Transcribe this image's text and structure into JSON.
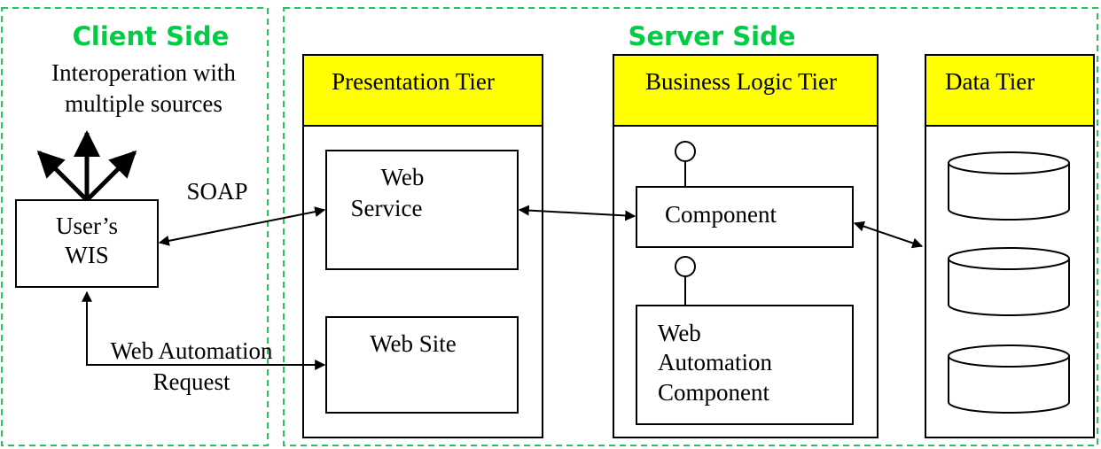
{
  "colors": {
    "section_border": "#22c55e",
    "section_title": "#00cc44",
    "tier_header": "#ffff00",
    "stroke": "#000000"
  },
  "client_side": {
    "title": "Client Side",
    "interop_line1": "Interoperation with",
    "interop_line2": "multiple sources",
    "wis_line1": "User’s",
    "wis_line2": "WIS",
    "soap_label": "SOAP",
    "web_auto_line1": "Web Automation",
    "web_auto_line2": "Request"
  },
  "server_side": {
    "title": "Server Side",
    "presentation": {
      "header": "Presentation Tier",
      "web_service_line1": "Web",
      "web_service_line2": "Service",
      "web_site": "Web Site"
    },
    "business": {
      "header": "Business Logic Tier",
      "component": "Component",
      "wac_line1": "Web",
      "wac_line2": "Automation",
      "wac_line3": "Component"
    },
    "data": {
      "header": "Data Tier"
    }
  }
}
